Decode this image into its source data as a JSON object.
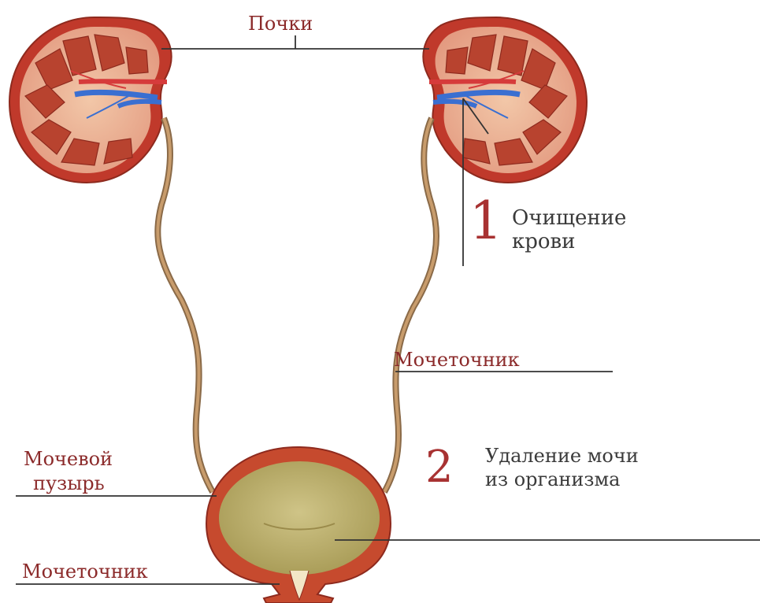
{
  "diagram": {
    "labels": {
      "kidneys": "Почки",
      "step1_number": "1",
      "step1_text_line1": "Очищение",
      "step1_text_line2": "крови",
      "ureter": "Мочеточник",
      "step2_number": "2",
      "step2_text_line1": "Удаление мочи",
      "step2_text_line2": "из организма",
      "bladder_line1": "Мочевой",
      "bladder_line2": "пузырь",
      "urethra": "Мочеточник"
    },
    "colors": {
      "kidney_outer": "#c0392b",
      "kidney_inner": "#e9a48c",
      "artery": "#d63b3b",
      "vein": "#3a6fd1",
      "ureter": "#b58a5e",
      "bladder_wall": "#c64a2e",
      "bladder_inner": "#b8ad6a",
      "label_red": "#8b2a2a",
      "number_red": "#a83232"
    }
  }
}
